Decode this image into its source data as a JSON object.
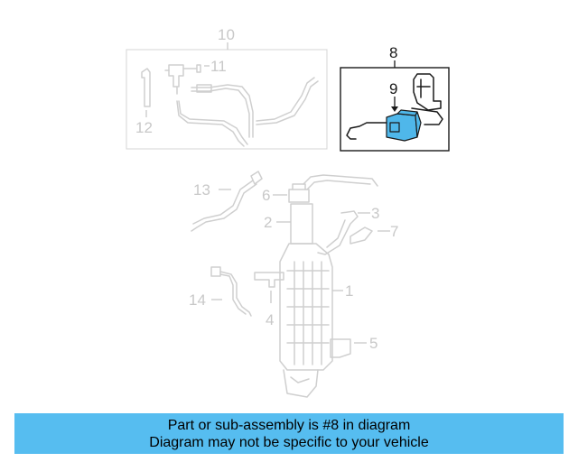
{
  "diagram": {
    "callouts": {
      "c1": "1",
      "c2": "2",
      "c3": "3",
      "c4": "4",
      "c5": "5",
      "c6": "6",
      "c7": "7",
      "c8": "8",
      "c9": "9",
      "c10": "10",
      "c11": "11",
      "c12": "12",
      "c13": "13",
      "c14": "14"
    },
    "highlighted_part": "8",
    "colors": {
      "highlight": "#4fb7ea",
      "ghost": "#cfcfcf",
      "banner": "#56bdf0"
    }
  },
  "banner": {
    "line1": "Part or sub-assembly is #8 in diagram",
    "line2": "Diagram may not be specific to your vehicle"
  }
}
